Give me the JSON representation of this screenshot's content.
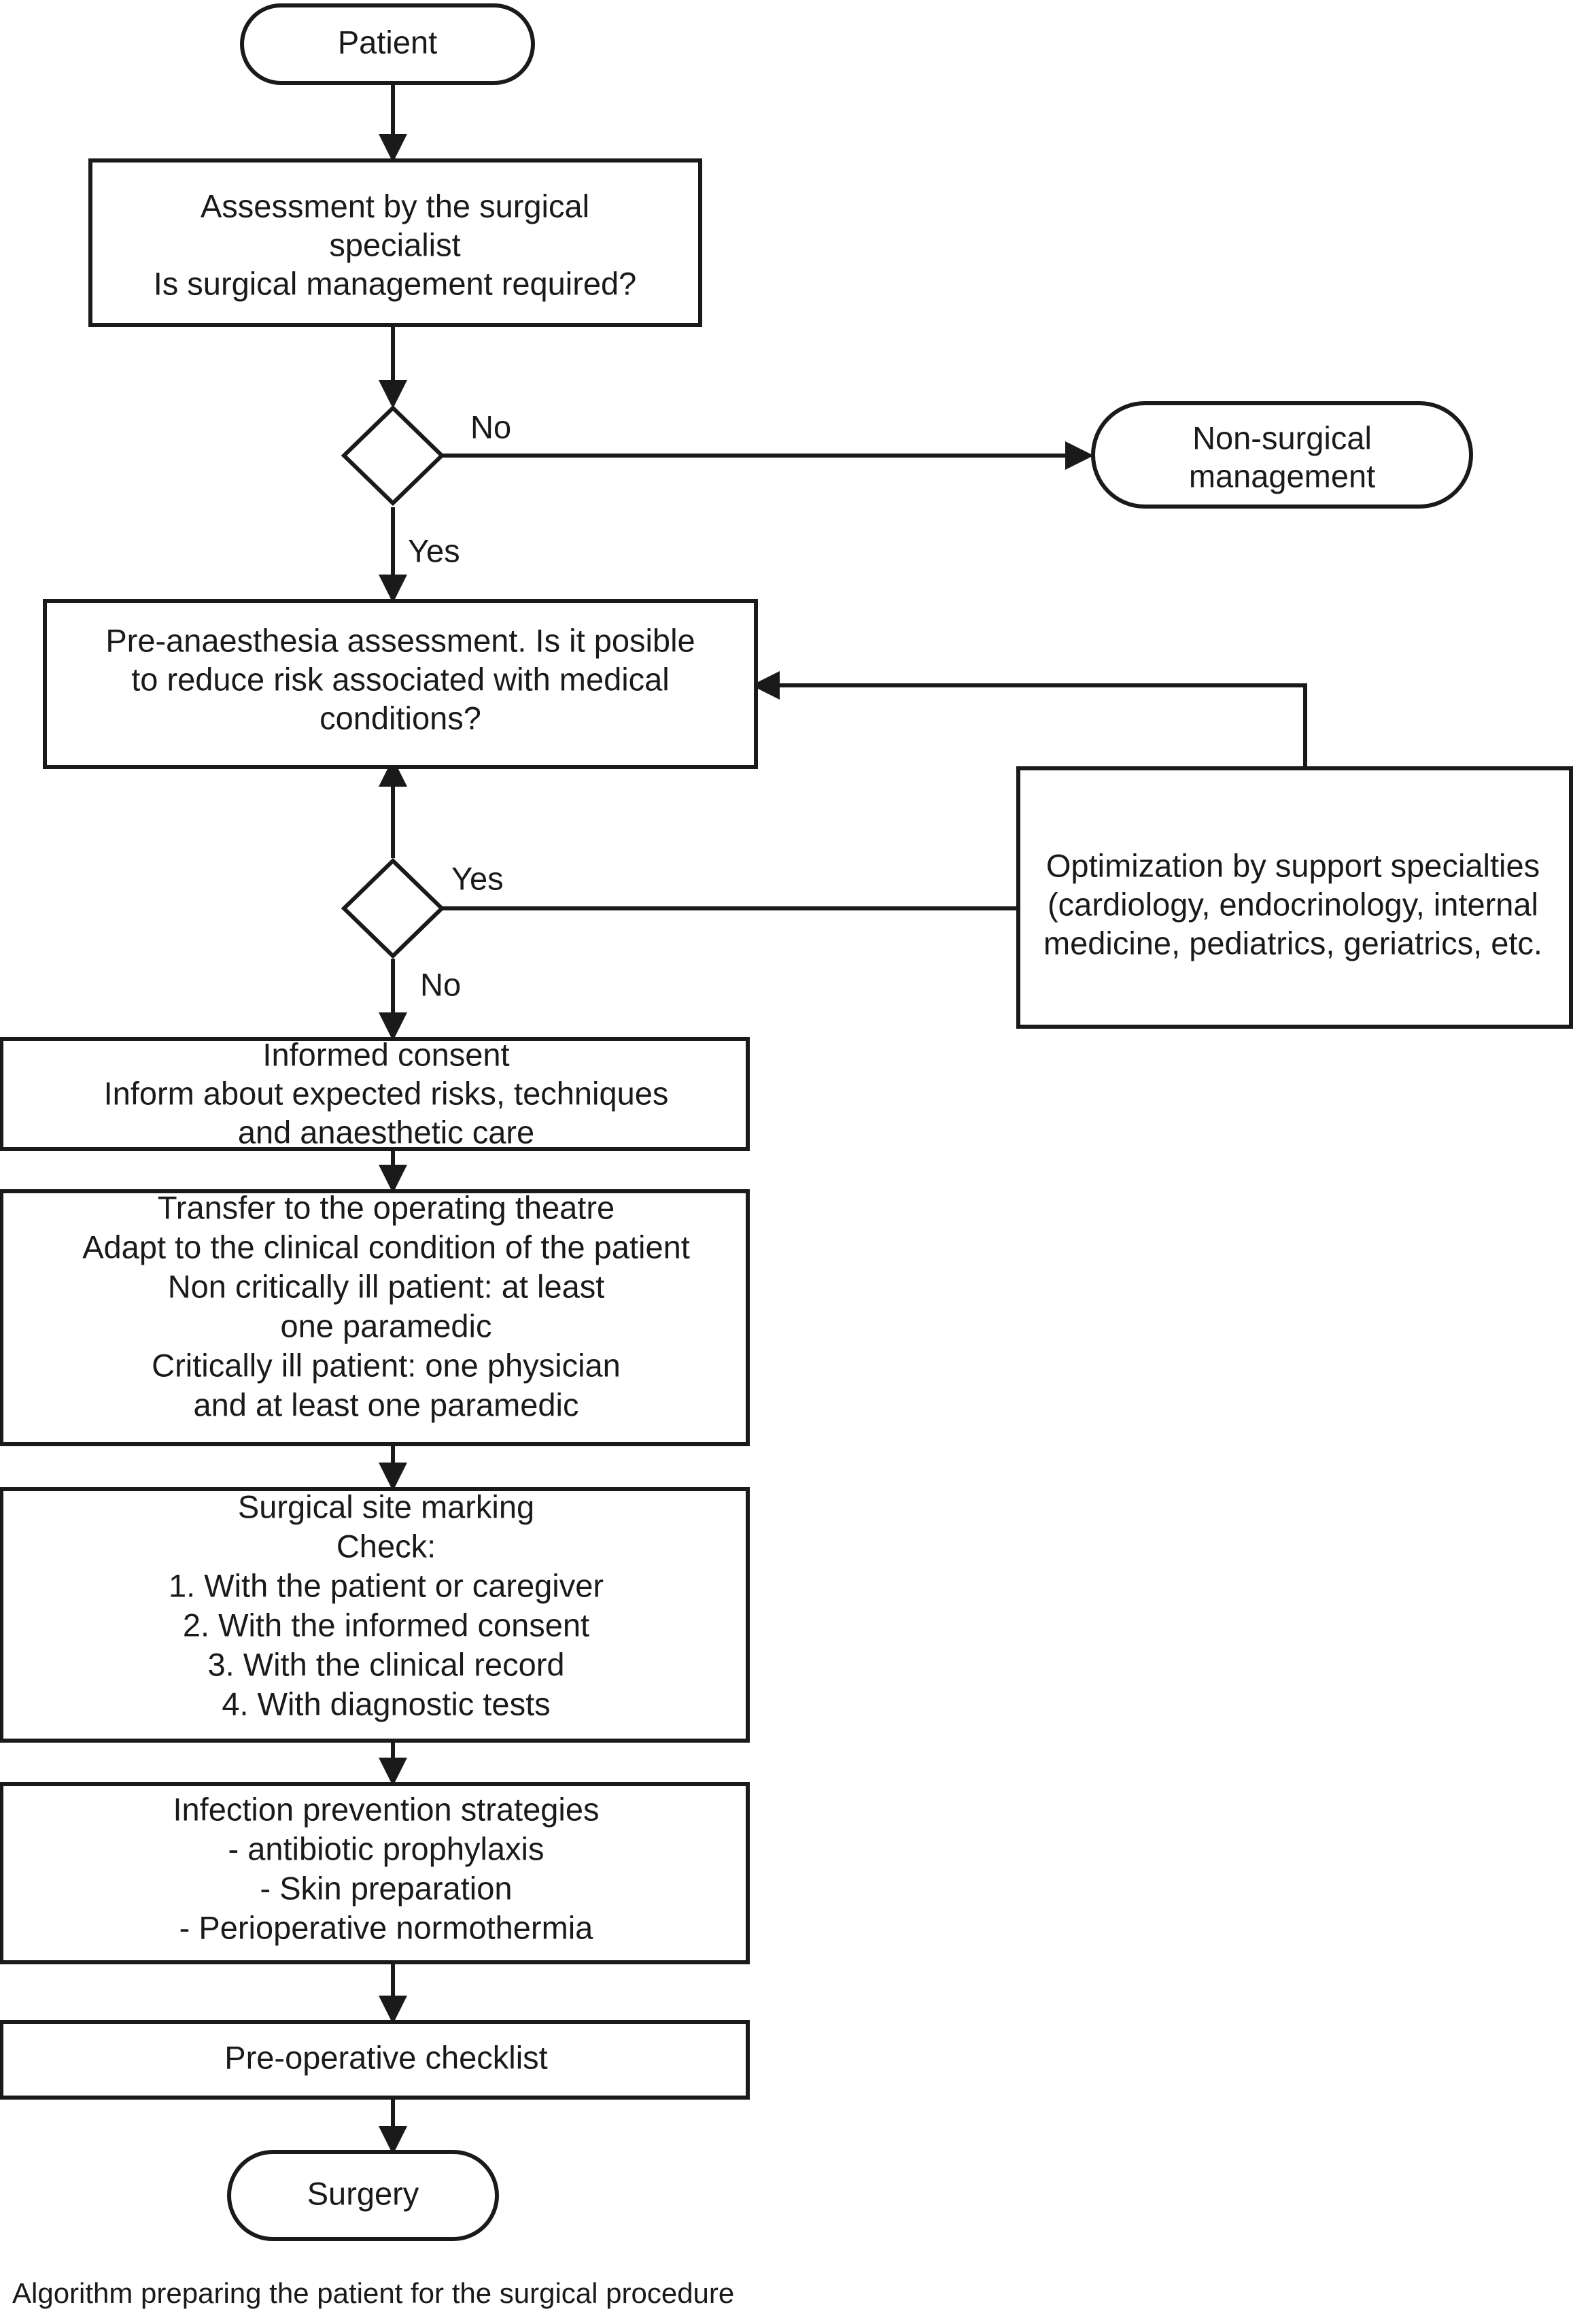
{
  "diagram": {
    "caption": "Algorithm preparing the patient for the surgical procedure",
    "nodes": {
      "patient": {
        "label": "Patient"
      },
      "assessment": {
        "lines": [
          "Assessment by the surgical",
          "specialist",
          "Is surgical management required?"
        ]
      },
      "decision_surgical": {
        "label": ""
      },
      "non_surgical": {
        "lines": [
          "Non-surgical",
          "management"
        ]
      },
      "pre_anaesthesia": {
        "lines": [
          "Pre-anaesthesia assessment. Is it posible",
          "to reduce risk associated with medical",
          "conditions?"
        ]
      },
      "decision_risk": {
        "label": ""
      },
      "optimization": {
        "lines": [
          "Optimization by support specialties",
          "(cardiology, endocrinology, internal",
          "medicine, pediatrics, geriatrics, etc."
        ]
      },
      "informed_consent": {
        "lines": [
          "Informed consent",
          "Inform about expected risks, techniques",
          "and anaesthetic care"
        ]
      },
      "transfer": {
        "lines": [
          "Transfer to the operating theatre",
          "Adapt to the clinical condition of the patient",
          "Non critically ill patient: at least",
          "one paramedic",
          "Critically ill patient: one physician",
          "and at least one paramedic"
        ]
      },
      "site_marking": {
        "lines": [
          "Surgical site marking",
          "Check:",
          "1. With the patient or caregiver",
          "2. With the informed consent",
          "3. With the clinical record",
          "4. With diagnostic tests"
        ]
      },
      "infection": {
        "lines": [
          "Infection prevention strategies",
          "- antibiotic prophylaxis",
          "- Skin preparation",
          "- Perioperative normothermia"
        ]
      },
      "checklist": {
        "label": "Pre-operative checklist"
      },
      "surgery": {
        "label": "Surgery"
      }
    },
    "edge_labels": {
      "surgical_no": "No",
      "surgical_yes": "Yes",
      "risk_yes": "Yes",
      "risk_no": "No"
    },
    "colors": {
      "stroke": "#1a1a1a",
      "fill": "#ffffff",
      "text": "#1a1a1a"
    }
  }
}
